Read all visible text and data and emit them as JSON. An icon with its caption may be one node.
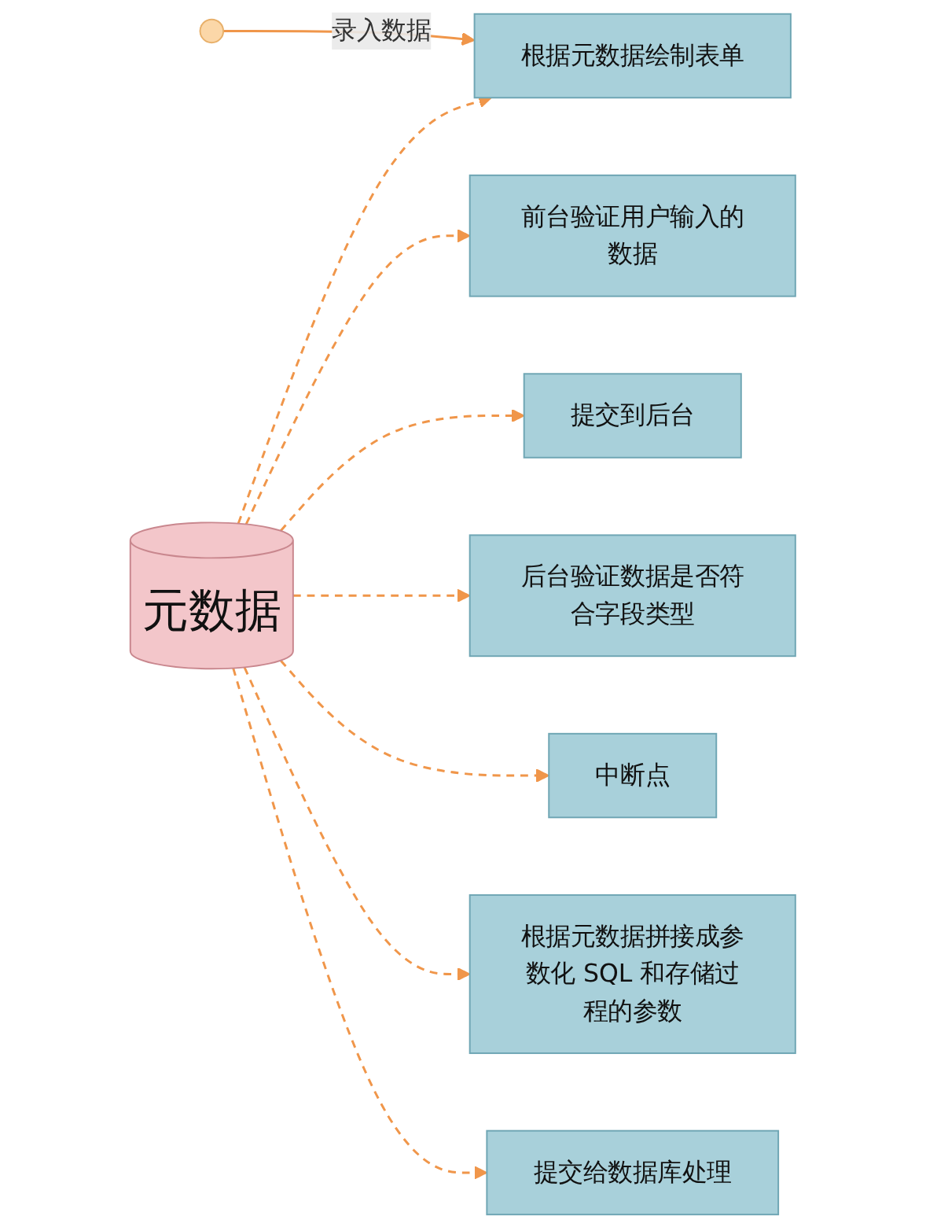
{
  "diagram": {
    "nodes": [
      {
        "text": [
          "元数据"
        ]
      },
      {
        "text": [
          "根据元数据绘制表单"
        ]
      },
      {
        "text": [
          "前台验证用户输入的数据"
        ]
      },
      {
        "text": [
          "提交到后台"
        ]
      },
      {
        "text": [
          "后台验证数据是否符合字段类型"
        ]
      },
      {
        "text": [
          "中断点"
        ]
      },
      {
        "text": [
          "根据元数据拼接成参数化 SQL 和存储过程的参数"
        ]
      },
      {
        "text": [
          "提交给数据库处理"
        ]
      },
      {
        "text": [],
        "shape": "circle"
      }
    ],
    "edges": [
      {
        "from": 0,
        "to": 1,
        "arrow": "to",
        "style": "dashed"
      },
      {
        "from": 0,
        "to": 2,
        "arrow": "to",
        "style": "dashed"
      },
      {
        "from": 0,
        "to": 3,
        "arrow": "to",
        "style": "dashed"
      },
      {
        "from": 0,
        "to": 4,
        "arrow": "to",
        "style": "dashed"
      },
      {
        "from": 0,
        "to": 5,
        "arrow": "to",
        "style": "dashed"
      },
      {
        "from": 0,
        "to": 6,
        "arrow": "to",
        "style": "dashed"
      },
      {
        "from": 0,
        "to": 7,
        "arrow": "to",
        "style": "dashed"
      },
      {
        "from": 8,
        "to": 1,
        "arrow": "to",
        "label": "录入数据"
      }
    ]
  }
}
